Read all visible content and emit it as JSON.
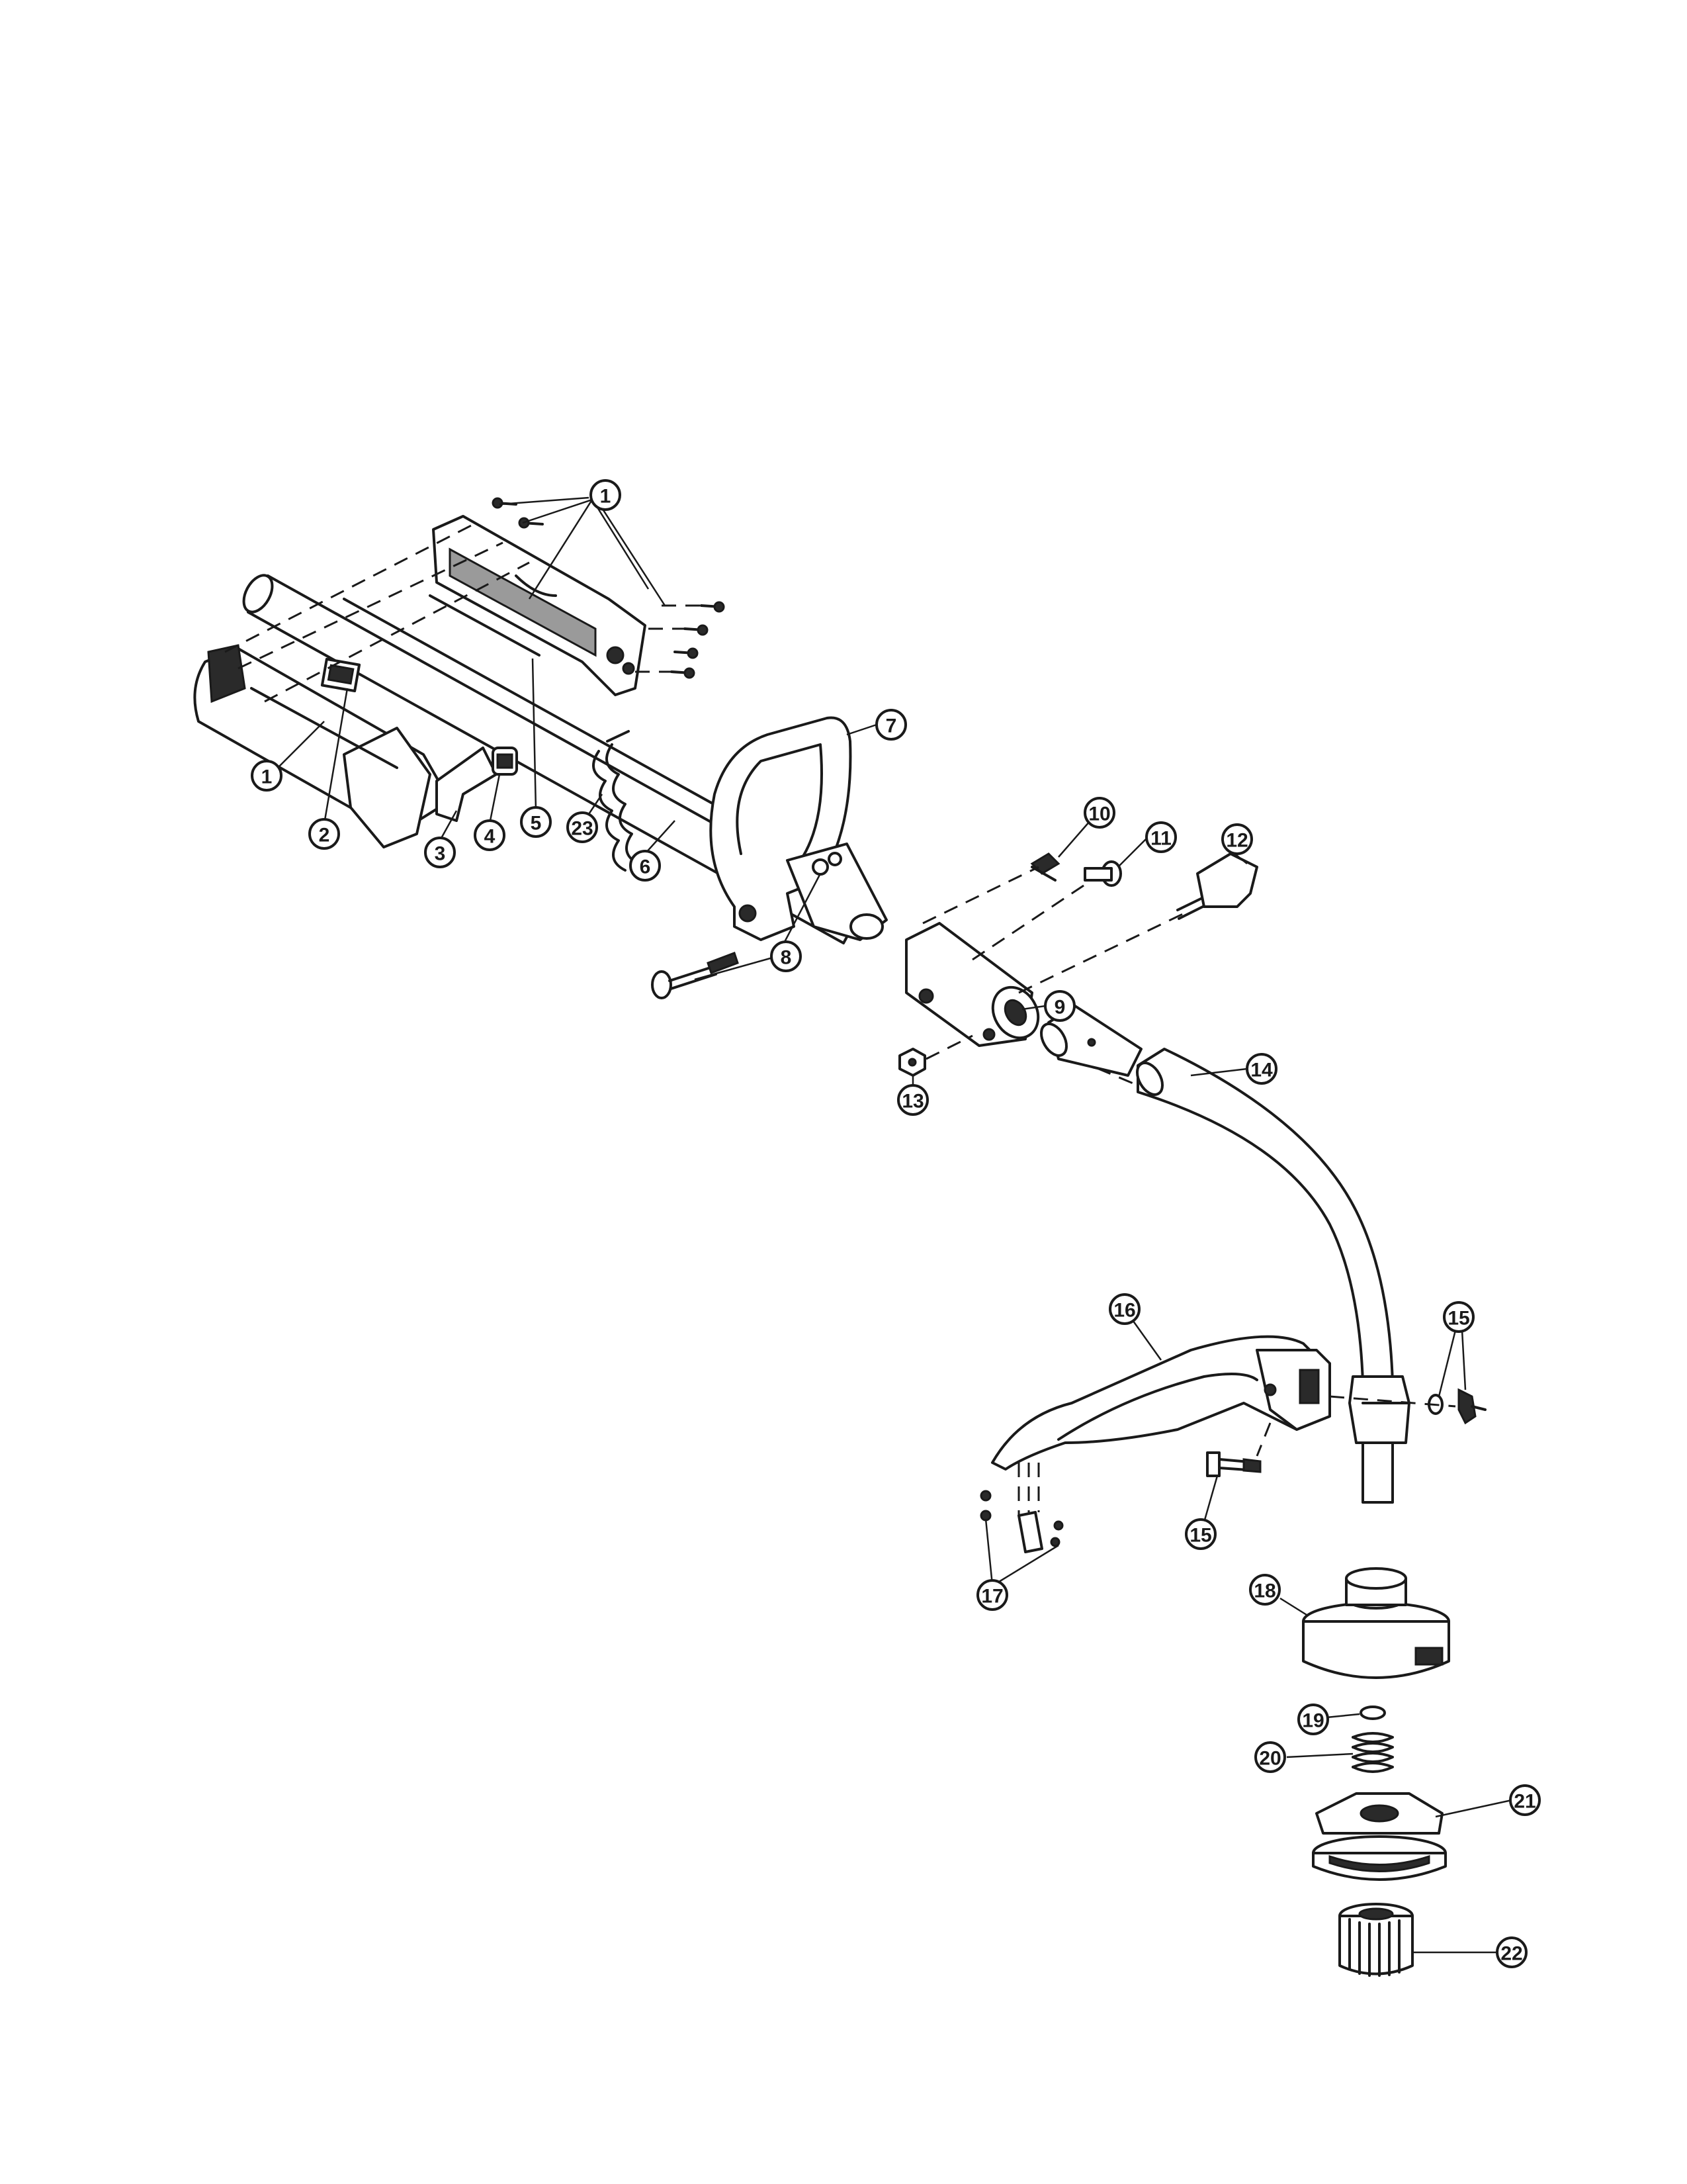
{
  "callouts": [
    {
      "id": "c1a",
      "label": "1"
    },
    {
      "id": "c1b",
      "label": "1"
    },
    {
      "id": "c2",
      "label": "2"
    },
    {
      "id": "c3",
      "label": "3"
    },
    {
      "id": "c4",
      "label": "4"
    },
    {
      "id": "c5",
      "label": "5"
    },
    {
      "id": "c6",
      "label": "6"
    },
    {
      "id": "c7",
      "label": "7"
    },
    {
      "id": "c8",
      "label": "8"
    },
    {
      "id": "c9",
      "label": "9"
    },
    {
      "id": "c10",
      "label": "10"
    },
    {
      "id": "c11",
      "label": "11"
    },
    {
      "id": "c12",
      "label": "12"
    },
    {
      "id": "c13",
      "label": "13"
    },
    {
      "id": "c14",
      "label": "14"
    },
    {
      "id": "c15a",
      "label": "15"
    },
    {
      "id": "c15b",
      "label": "15"
    },
    {
      "id": "c16",
      "label": "16"
    },
    {
      "id": "c17",
      "label": "17"
    },
    {
      "id": "c18",
      "label": "18"
    },
    {
      "id": "c19",
      "label": "19"
    },
    {
      "id": "c20",
      "label": "20"
    },
    {
      "id": "c21",
      "label": "21"
    },
    {
      "id": "c22",
      "label": "22"
    },
    {
      "id": "c23",
      "label": "23"
    }
  ]
}
